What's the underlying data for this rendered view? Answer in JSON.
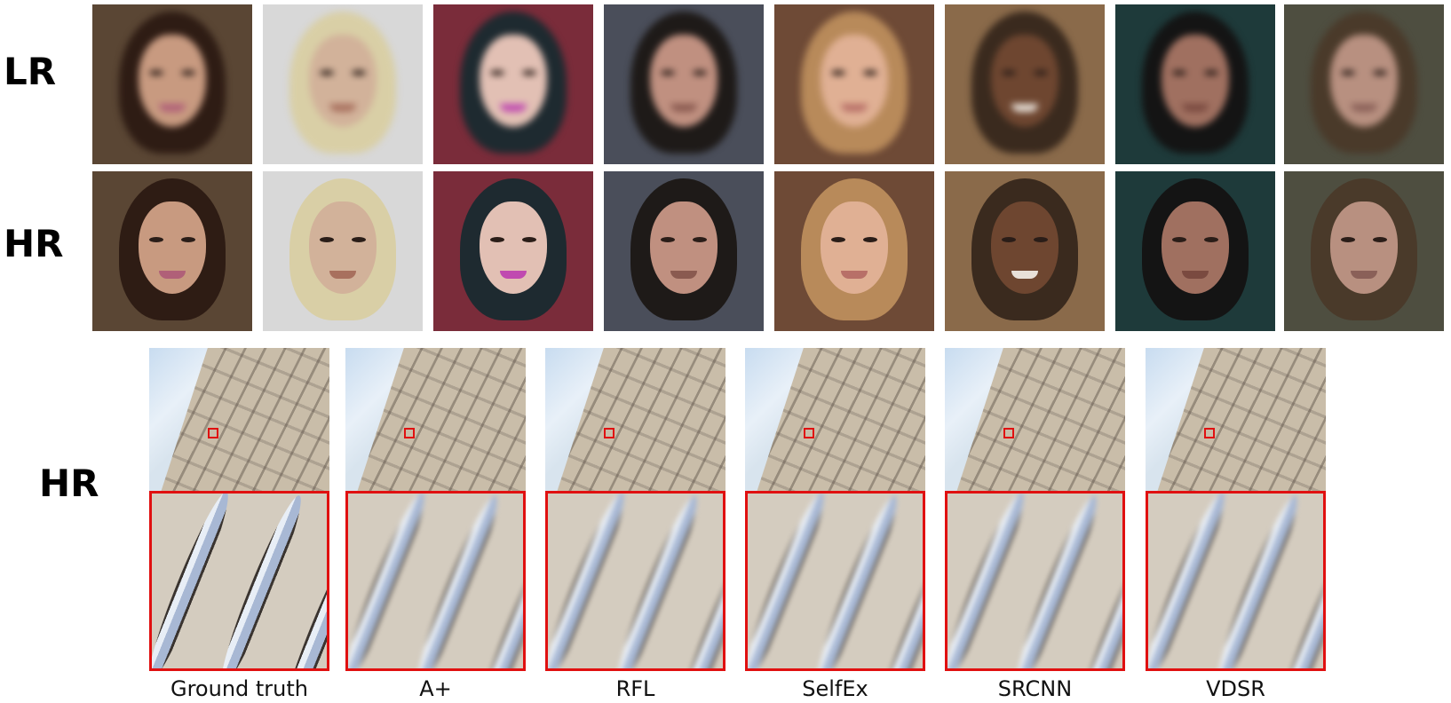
{
  "row_labels": {
    "lr": "LR",
    "hr_faces": "HR",
    "hr_buildings": "HR"
  },
  "faces": [
    {
      "bg": "#5a4634",
      "hair": "#2e1c14",
      "skin": "#c89a80",
      "lip": "#b06078"
    },
    {
      "bg": "#d8d8d8",
      "hair": "#d9cfa6",
      "skin": "#d2b29a",
      "lip": "#a8705e"
    },
    {
      "bg": "#7a2c3a",
      "hair": "#1e2a30",
      "skin": "#e2c0b4",
      "lip": "#c04ab0"
    },
    {
      "bg": "#4a4e5a",
      "hair": "#1e1a18",
      "skin": "#c09080",
      "lip": "#8a5a50"
    },
    {
      "bg": "#6e4a36",
      "hair": "#b88a5a",
      "skin": "#e0b094",
      "lip": "#b87068"
    },
    {
      "bg": "#8a6a4a",
      "hair": "#3a2a1e",
      "skin": "#6e4630",
      "lip": "#e8e0d8"
    },
    {
      "bg": "#1e3a3a",
      "hair": "#141414",
      "skin": "#a07060",
      "lip": "#7a4a40"
    },
    {
      "bg": "#4e4e40",
      "hair": "#4a3a2a",
      "skin": "#b89080",
      "lip": "#8a6058"
    }
  ],
  "comparisons": [
    {
      "caption": "Ground truth",
      "sharp": true
    },
    {
      "caption": "A+",
      "sharp": false
    },
    {
      "caption": "RFL",
      "sharp": false
    },
    {
      "caption": "SelfEx",
      "sharp": false
    },
    {
      "caption": "SRCNN",
      "sharp": false
    },
    {
      "caption": "VDSR",
      "sharp": false
    }
  ],
  "colors": {
    "highlight_box": "#e01010"
  }
}
